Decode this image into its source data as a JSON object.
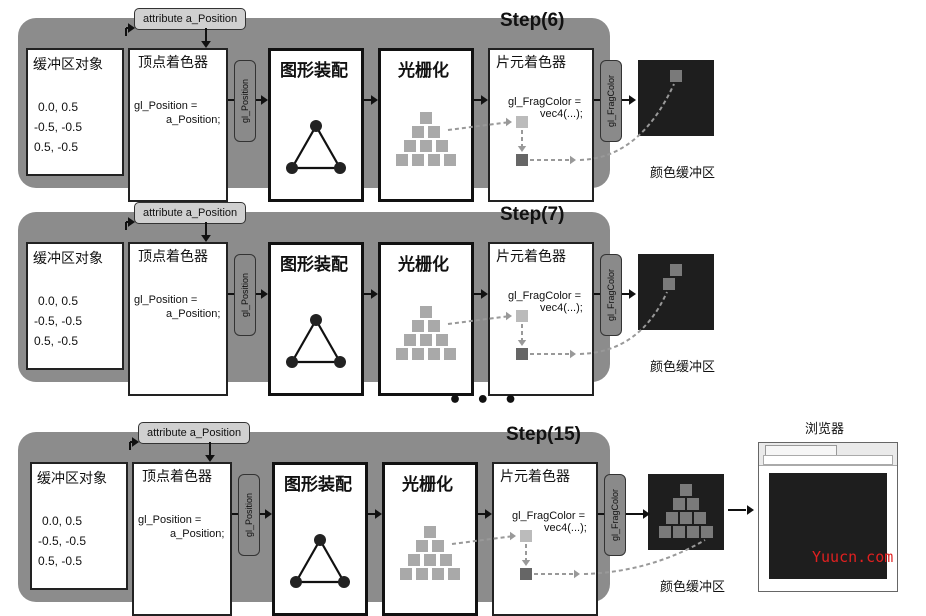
{
  "rows": [
    {
      "step": "Step(6)",
      "attribute": "attribute a_Position",
      "buffer_object": {
        "title": "缓冲区对象",
        "lines": [
          "0.0,  0.5",
          "-0.5, -0.5",
          "0.5, -0.5"
        ]
      },
      "vertex_shader": {
        "title": "顶点着色器",
        "line1": "gl_Position =",
        "line2": "a_Position;"
      },
      "gl_position_label": "gl_Position",
      "shape_assembly": "图形装配",
      "rasterization": "光栅化",
      "fragment_shader": {
        "title": "片元着色器",
        "line1": "gl_FragColor =",
        "line2": "vec4(...);"
      },
      "gl_fragcolor_label": "gl_FragColor",
      "color_buffer_label": "颜色缓冲区",
      "filled_cells": 1
    },
    {
      "step": "Step(7)",
      "attribute": "attribute a_Position",
      "buffer_object": {
        "title": "缓冲区对象",
        "lines": [
          "0.0,  0.5",
          "-0.5, -0.5",
          "0.5, -0.5"
        ]
      },
      "vertex_shader": {
        "title": "顶点着色器",
        "line1": "gl_Position =",
        "line2": "a_Position;"
      },
      "gl_position_label": "gl_Position",
      "shape_assembly": "图形装配",
      "rasterization": "光栅化",
      "fragment_shader": {
        "title": "片元着色器",
        "line1": "gl_FragColor =",
        "line2": "vec4(...);"
      },
      "gl_fragcolor_label": "gl_FragColor",
      "color_buffer_label": "颜色缓冲区",
      "filled_cells": 2
    },
    {
      "step": "Step(15)",
      "attribute": "attribute a_Position",
      "buffer_object": {
        "title": "缓冲区对象",
        "lines": [
          "0.0,  0.5",
          "-0.5, -0.5",
          "0.5, -0.5"
        ]
      },
      "vertex_shader": {
        "title": "顶点着色器",
        "line1": "gl_Position =",
        "line2": "a_Position;"
      },
      "gl_position_label": "gl_Position",
      "shape_assembly": "图形装配",
      "rasterization": "光栅化",
      "fragment_shader": {
        "title": "片元着色器",
        "line1": "gl_FragColor =",
        "line2": "vec4(...);"
      },
      "gl_fragcolor_label": "gl_FragColor",
      "color_buffer_label": "颜色缓冲区",
      "filled_cells": 10
    }
  ],
  "ellipsis": "• • •",
  "browser": {
    "label": "浏览器"
  },
  "watermark": "Yuucn.com",
  "colors": {
    "panel": "#8c8c8c",
    "framebuffer": "#1e1e1e",
    "fragment": "#777777",
    "watermark": "#e02020"
  }
}
